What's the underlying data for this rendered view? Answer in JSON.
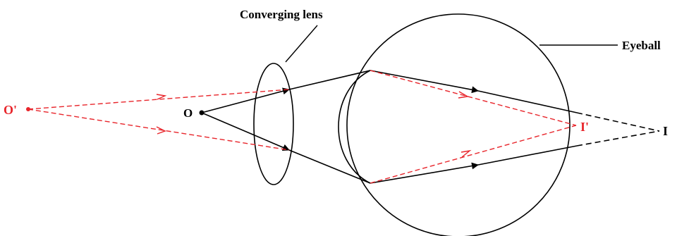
{
  "labels": {
    "lens": "Converging lens",
    "eyeball": "Eyeball",
    "object_near": "O",
    "object_far": "O'",
    "image_corrected": "I'",
    "image_uncorrected": "I"
  },
  "colors": {
    "ink": "#000000",
    "corrected": "#e8252b"
  }
}
